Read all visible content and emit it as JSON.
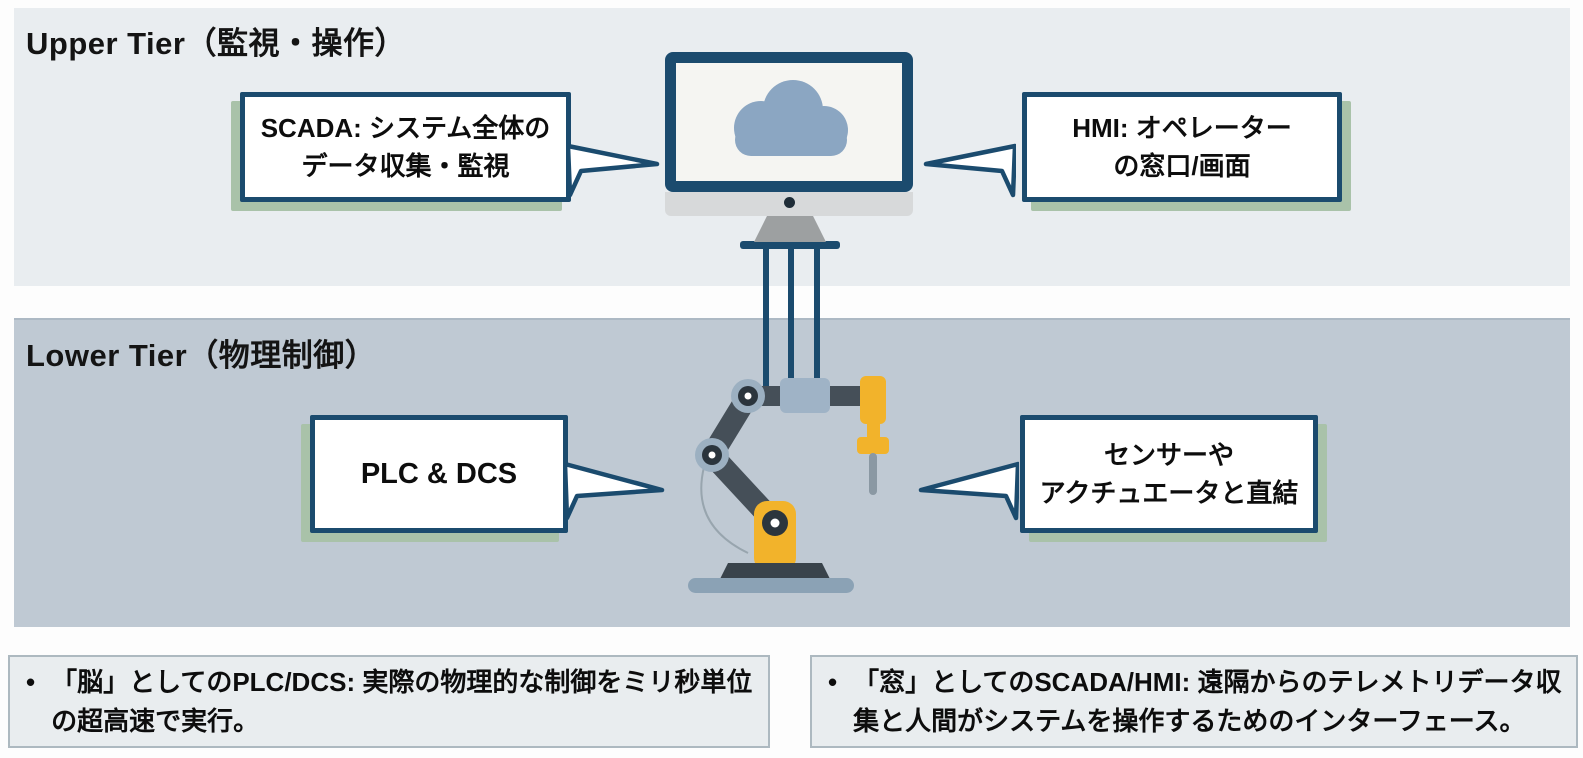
{
  "upper_tier": {
    "title": "Upper Tier（監視・操作）",
    "scada_callout": {
      "line1": "SCADA: システム全体の",
      "line2": "データ収集・監視"
    },
    "hmi_callout": {
      "line1": "HMI: オペレーター",
      "line2": "の窓口/画面"
    }
  },
  "lower_tier": {
    "title": "Lower Tier（物理制御）",
    "plc_callout": {
      "line1": "PLC & DCS"
    },
    "sensor_callout": {
      "line1": "センサーや",
      "line2": "アクチュエータと直結"
    }
  },
  "notes": {
    "left": {
      "bullet": "•",
      "text": "「脳」としてのPLC/DCS: 実際の物理的な制御をミリ秒単位の超高速で実行。"
    },
    "right": {
      "bullet": "•",
      "text": "「窓」としてのSCADA/HMI: 遠隔からのテレメトリデータ収集と人間がシステムを操作するためのインターフェース。"
    }
  },
  "icons": {
    "monitor": "monitor-with-cloud-icon",
    "cloud": "cloud-icon",
    "robot": "robot-arm-icon",
    "cables": "connection-cables"
  },
  "colors": {
    "upper_panel_bg": "#e9edf0",
    "lower_panel_bg": "#bfc9d3",
    "navy_accent": "#1b4b6e",
    "callout_shadow_green": "#a9c2a9",
    "cloud_blue": "#8ba6c2",
    "robot_dark": "#454f58",
    "robot_yellow": "#f2b32b",
    "joint_gray_blue": "#9cb0c1",
    "note_box_bg": "#e9edef"
  }
}
